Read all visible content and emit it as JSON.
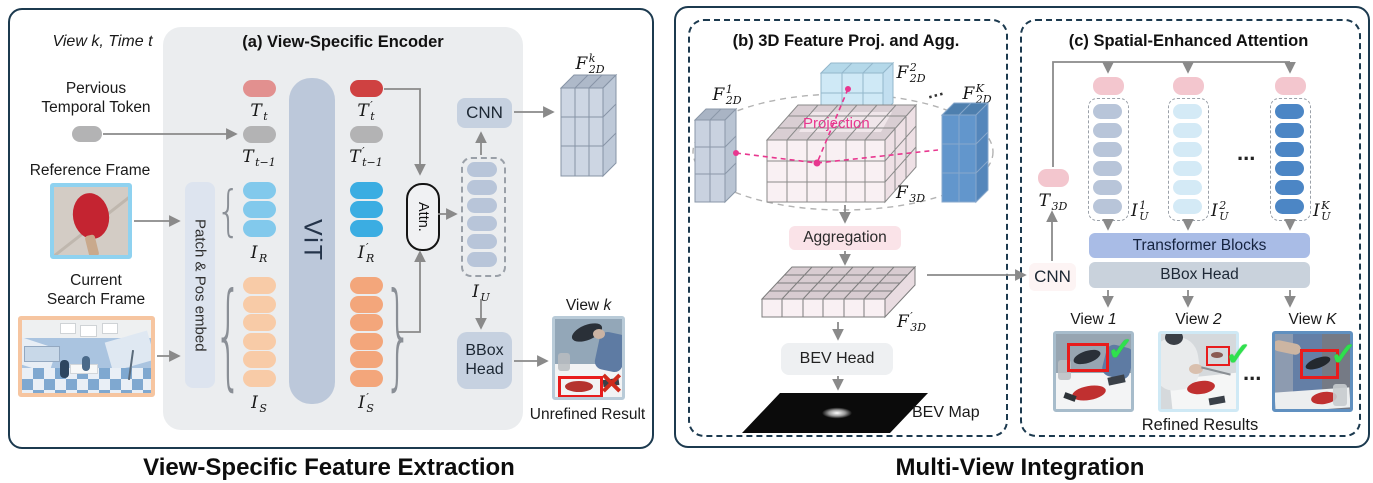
{
  "captions": {
    "left": "View-Specific Feature Extraction",
    "right": "Multi-View Integration"
  },
  "icons": {
    "check": "✓",
    "cross": "✕",
    "brace_open": "{",
    "brace_close": "}",
    "ellipsis": "...",
    "ellipsis_mid": "···"
  },
  "panel_a": {
    "title": "(a)  View-Specific Encoder",
    "context": "View k, Time t",
    "temporal_line1": "Pervious",
    "temporal_line2": "Temporal Token",
    "reference_label": "Reference Frame",
    "search_line1": "Current",
    "search_line2": "Search Frame",
    "patch_embed": "Patch & Pos embed",
    "vit": "ViT",
    "attn": "Attn.",
    "cnn": "CNN",
    "bbox_line1": "BBox",
    "bbox_line2": "Head",
    "view_prefix": "View ",
    "view_var": "k",
    "unrefined_caption": "Unrefined Result",
    "token_counts": {
      "reference_tokens": 3,
      "search_tokens": 6,
      "unified_tokens": 6
    }
  },
  "panel_b": {
    "title": "(b) 3D Feature Proj. and Agg.",
    "projection": "Projection",
    "aggregation": "Aggregation",
    "bev_head": "BEV Head",
    "bev_map": "BEV Map"
  },
  "panel_c": {
    "title": "(c) Spatial-Enhanced Attention",
    "transformer": "Transformer Blocks",
    "bbox_head": "BBox Head",
    "cnn": "CNN",
    "views": [
      {
        "prefix": "View ",
        "var": "1"
      },
      {
        "prefix": "View ",
        "var": "2"
      },
      {
        "prefix": "View ",
        "var": "K"
      }
    ],
    "refined_caption": "Refined Results",
    "tokens_per_column": 6
  },
  "math": {
    "tt": {
      "b": "T",
      "sup": "",
      "sub": "t"
    },
    "ttm1": {
      "b": "T",
      "sup": "",
      "sub": "t−1"
    },
    "ttp": {
      "b": "T",
      "sup": "′",
      "sub": "t"
    },
    "ttm1p": {
      "b": "T",
      "sup": "′",
      "sub": "t−1"
    },
    "ir": {
      "b": "I",
      "sup": "",
      "sub": "R"
    },
    "irp": {
      "b": "I",
      "sup": "′",
      "sub": "R"
    },
    "is": {
      "b": "I",
      "sup": "",
      "sub": "S"
    },
    "isp": {
      "b": "I",
      "sup": "′",
      "sub": "S"
    },
    "iu": {
      "b": "I",
      "sup": "",
      "sub": "U"
    },
    "f2dk": {
      "b": "F",
      "sup": "k",
      "sub": "2D"
    },
    "f2d1": {
      "b": "F",
      "sup": "1",
      "sub": "2D"
    },
    "f2d2": {
      "b": "F",
      "sup": "2",
      "sub": "2D"
    },
    "f2dK": {
      "b": "F",
      "sup": "K",
      "sub": "2D"
    },
    "f3d": {
      "b": "F",
      "sup": "",
      "sub": "3D"
    },
    "f3dp": {
      "b": "F",
      "sup": "′",
      "sub": "3D"
    },
    "t3d": {
      "b": "T",
      "sup": "",
      "sub": "3D"
    },
    "iu1": {
      "b": "I",
      "sup": "1",
      "sub": "U"
    },
    "iu2": {
      "b": "I",
      "sup": "2",
      "sub": "U"
    },
    "iuK": {
      "b": "I",
      "sup": "K",
      "sub": "U"
    }
  },
  "colors": {
    "outer_border": "#1c3a4f",
    "panel_bg": "#ebedef",
    "arrow": "#8a8a8a",
    "temporal_token": "#e2908f",
    "temporal_token_out": "#cf4141",
    "prev_token": "#b3b3b4",
    "reference_tokens": "#82c9ec",
    "reference_tokens_out": "#3BADE2",
    "search_tokens": "#f8cba7",
    "search_tokens_out": "#f3a67b",
    "unified_tokens": "#b8c5d9",
    "vit_bar": "#bcc8da",
    "patch_bar": "#dde4ef",
    "node_box": "#c6d1e0",
    "aggregation_bg": "#fae3e8",
    "projection_pink": "#e8378f",
    "transformer_bg": "#a9bce6",
    "bbox_head_bg": "#c9d2dc",
    "pink_token": "#f3c6ce",
    "column1_tokens": "#b8c5d9",
    "column2_tokens": "#d4eaf6",
    "column3_tokens": "#4c86c5",
    "result_box_red": "#e81c1c",
    "check_green": "#2fe14d"
  }
}
